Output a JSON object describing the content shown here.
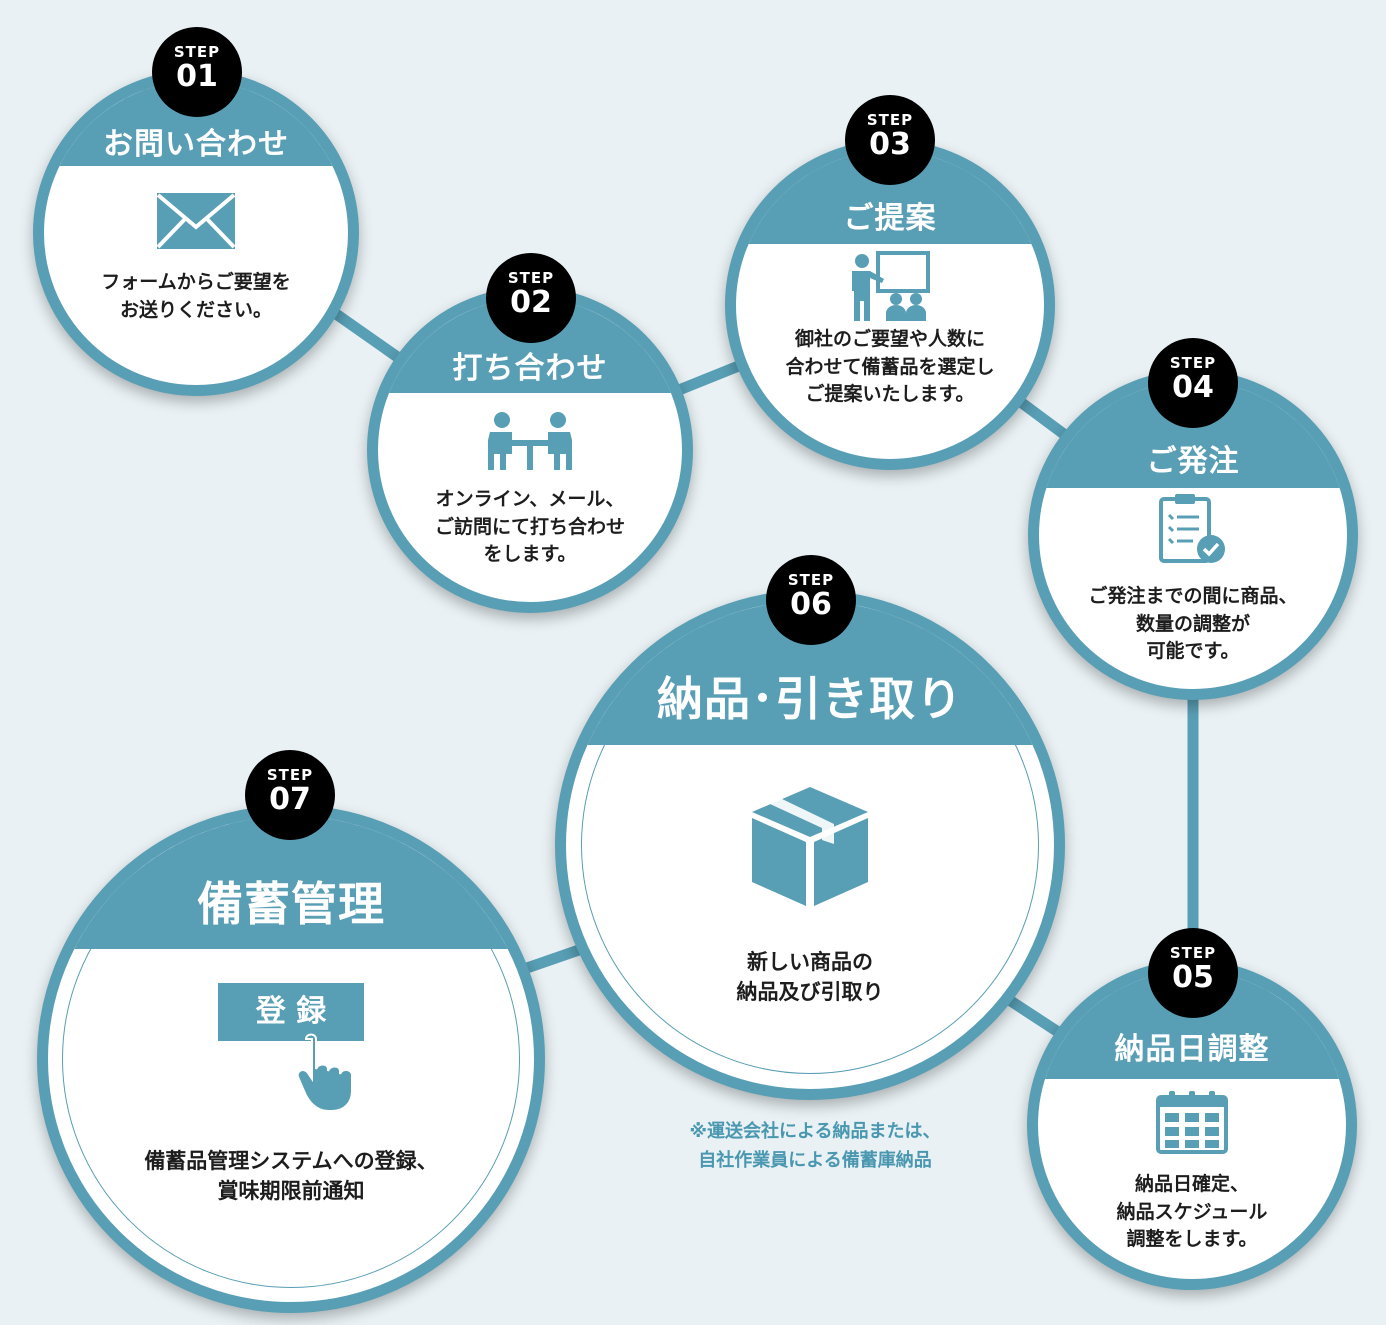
{
  "badge_label": "STEP",
  "steps": [
    {
      "number": "01",
      "title": "お問い合わせ",
      "icon": "envelope-icon",
      "description": "フォームからご要望を\nお送りください。"
    },
    {
      "number": "02",
      "title": "打ち合わせ",
      "icon": "meeting-icon",
      "description": "オンライン、メール、\nご訪問にて打ち合わせ\nをします。"
    },
    {
      "number": "03",
      "title": "ご提案",
      "icon": "presentation-icon",
      "description": "御社のご要望や人数に\n合わせて備蓄品を選定し\nご提案いたします。"
    },
    {
      "number": "04",
      "title": "ご発注",
      "icon": "clipboard-check-icon",
      "description": "ご発注までの間に商品、\n数量の調整が\n可能です。"
    },
    {
      "number": "05",
      "title": "納品日調整",
      "icon": "calendar-icon",
      "description": "納品日確定、\n納品スケジュール\n調整をします。"
    },
    {
      "number": "06",
      "title": "納品･引き取り",
      "icon": "box-icon",
      "description": "新しい商品の\n納品及び引取り"
    },
    {
      "number": "07",
      "title": "備蓄管理",
      "icon": "register-button-icon",
      "description": "備蓄品管理システムへの登録、\n賞味期限前通知",
      "register_label": "登 録"
    }
  ],
  "note": "※運送会社による納品または、\n自社作業員による備蓄庫納品",
  "colors": {
    "primary": "#589eb4",
    "background": "#e9f1f4",
    "badge": "#000000",
    "note": "#4a97b0"
  }
}
